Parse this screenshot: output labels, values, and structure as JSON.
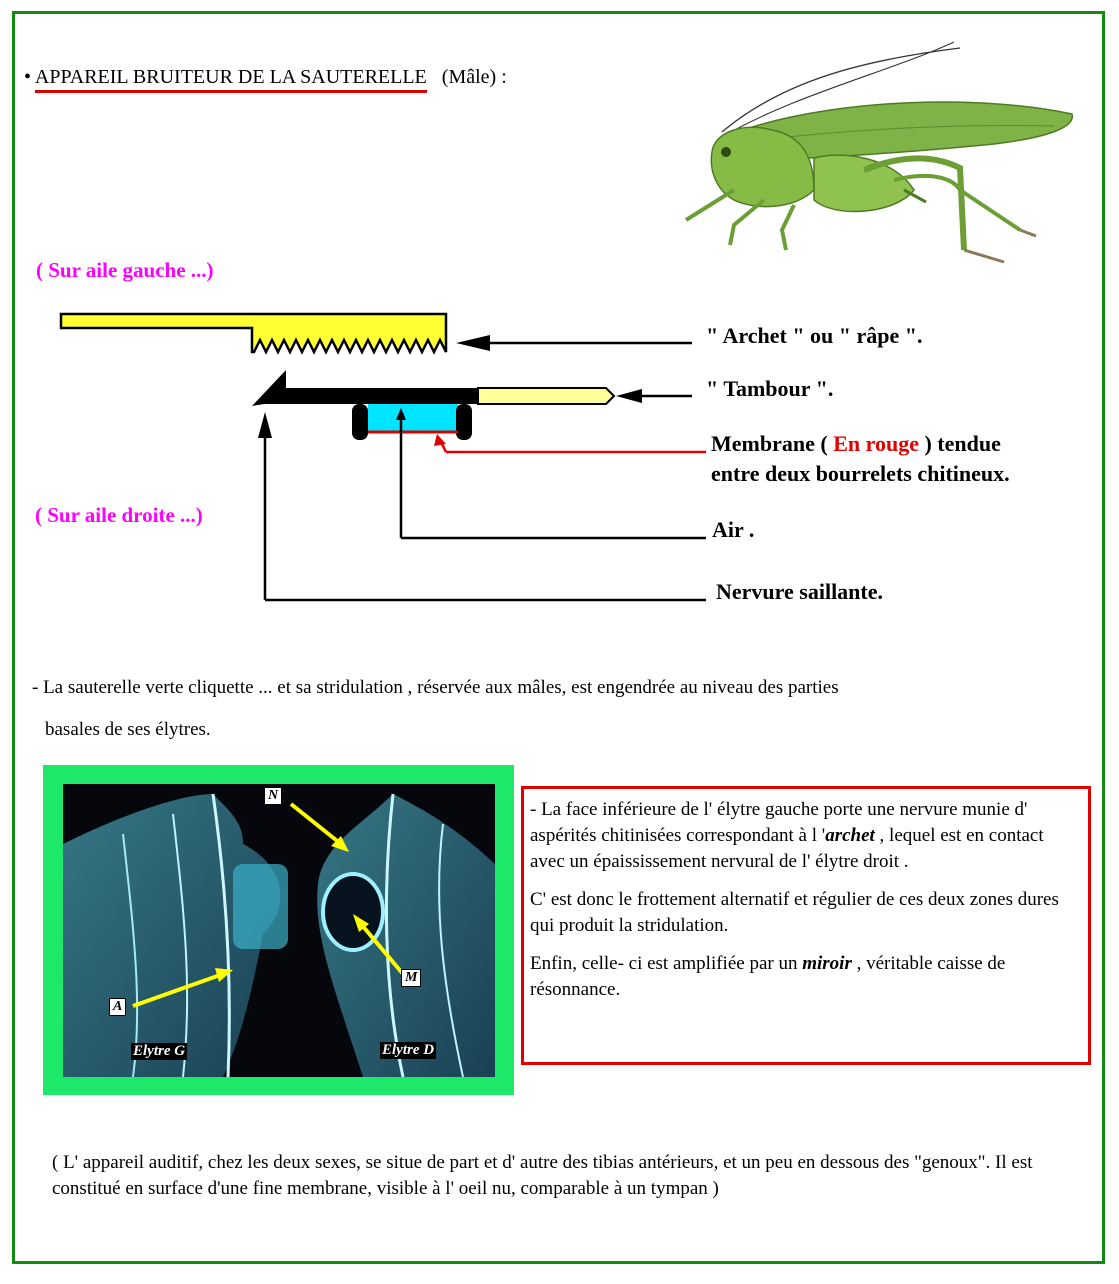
{
  "title": {
    "bullet": "•",
    "main": "APPAREIL BRUITEUR DE LA SAUTERELLE",
    "suffix": "(Mâle) :"
  },
  "diagram": {
    "left_wing_label": "( Sur aile gauche ...)",
    "right_wing_label": "( Sur aile droite ...)",
    "label_archet": "\" Archet \"  ou  \" râpe \".",
    "label_tambour": "\" Tambour \".",
    "membrane_line1_a": "Membrane  (",
    "membrane_line1_red": "En rouge",
    "membrane_line1_b": ") tendue",
    "membrane_line2": "entre deux bourrelets  chitineux.",
    "label_air": "Air .",
    "label_nervure": "Nervure saillante.",
    "colors": {
      "archet": "#ffff33",
      "tambour_tip": "#ffff99",
      "air": "#00e5ff",
      "membrane": "#e00000",
      "highlight": "#ff00ff"
    }
  },
  "intro": {
    "line1": "- La sauterelle verte cliquette ... et sa stridulation , réservée aux mâles,  est engendrée au niveau des parties",
    "line2": "basales de ses élytres."
  },
  "photo": {
    "tag_n": "N",
    "tag_m": "M",
    "tag_a": "A",
    "elytre_g": "Elytre G",
    "elytre_d": "Elytre D"
  },
  "notes": {
    "p1_a": " - La face inférieure de l' élytre gauche porte une nervure munie d' aspérités chitinisées correspondant à l '",
    "p1_em": "archet",
    "p1_b": "  , lequel est en contact avec un épaississement nervural de l' élytre droit .",
    "p2": "  C' est donc le frottement alternatif et régulier de ces deux zones  dures qui produit la stridulation.",
    "p3_a": "  Enfin, celle- ci  est amplifiée par  un  ",
    "p3_em": "miroir",
    "p3_b": " , véritable caisse   de résonnance."
  },
  "footer": "( L' appareil auditif, chez les deux sexes, se situe de part et d' autre des tibias antérieurs, et un peu en dessous des \"genoux\". Il est constitué en surface d'une fine membrane, visible à l' oeil nu, comparable à un tympan )"
}
